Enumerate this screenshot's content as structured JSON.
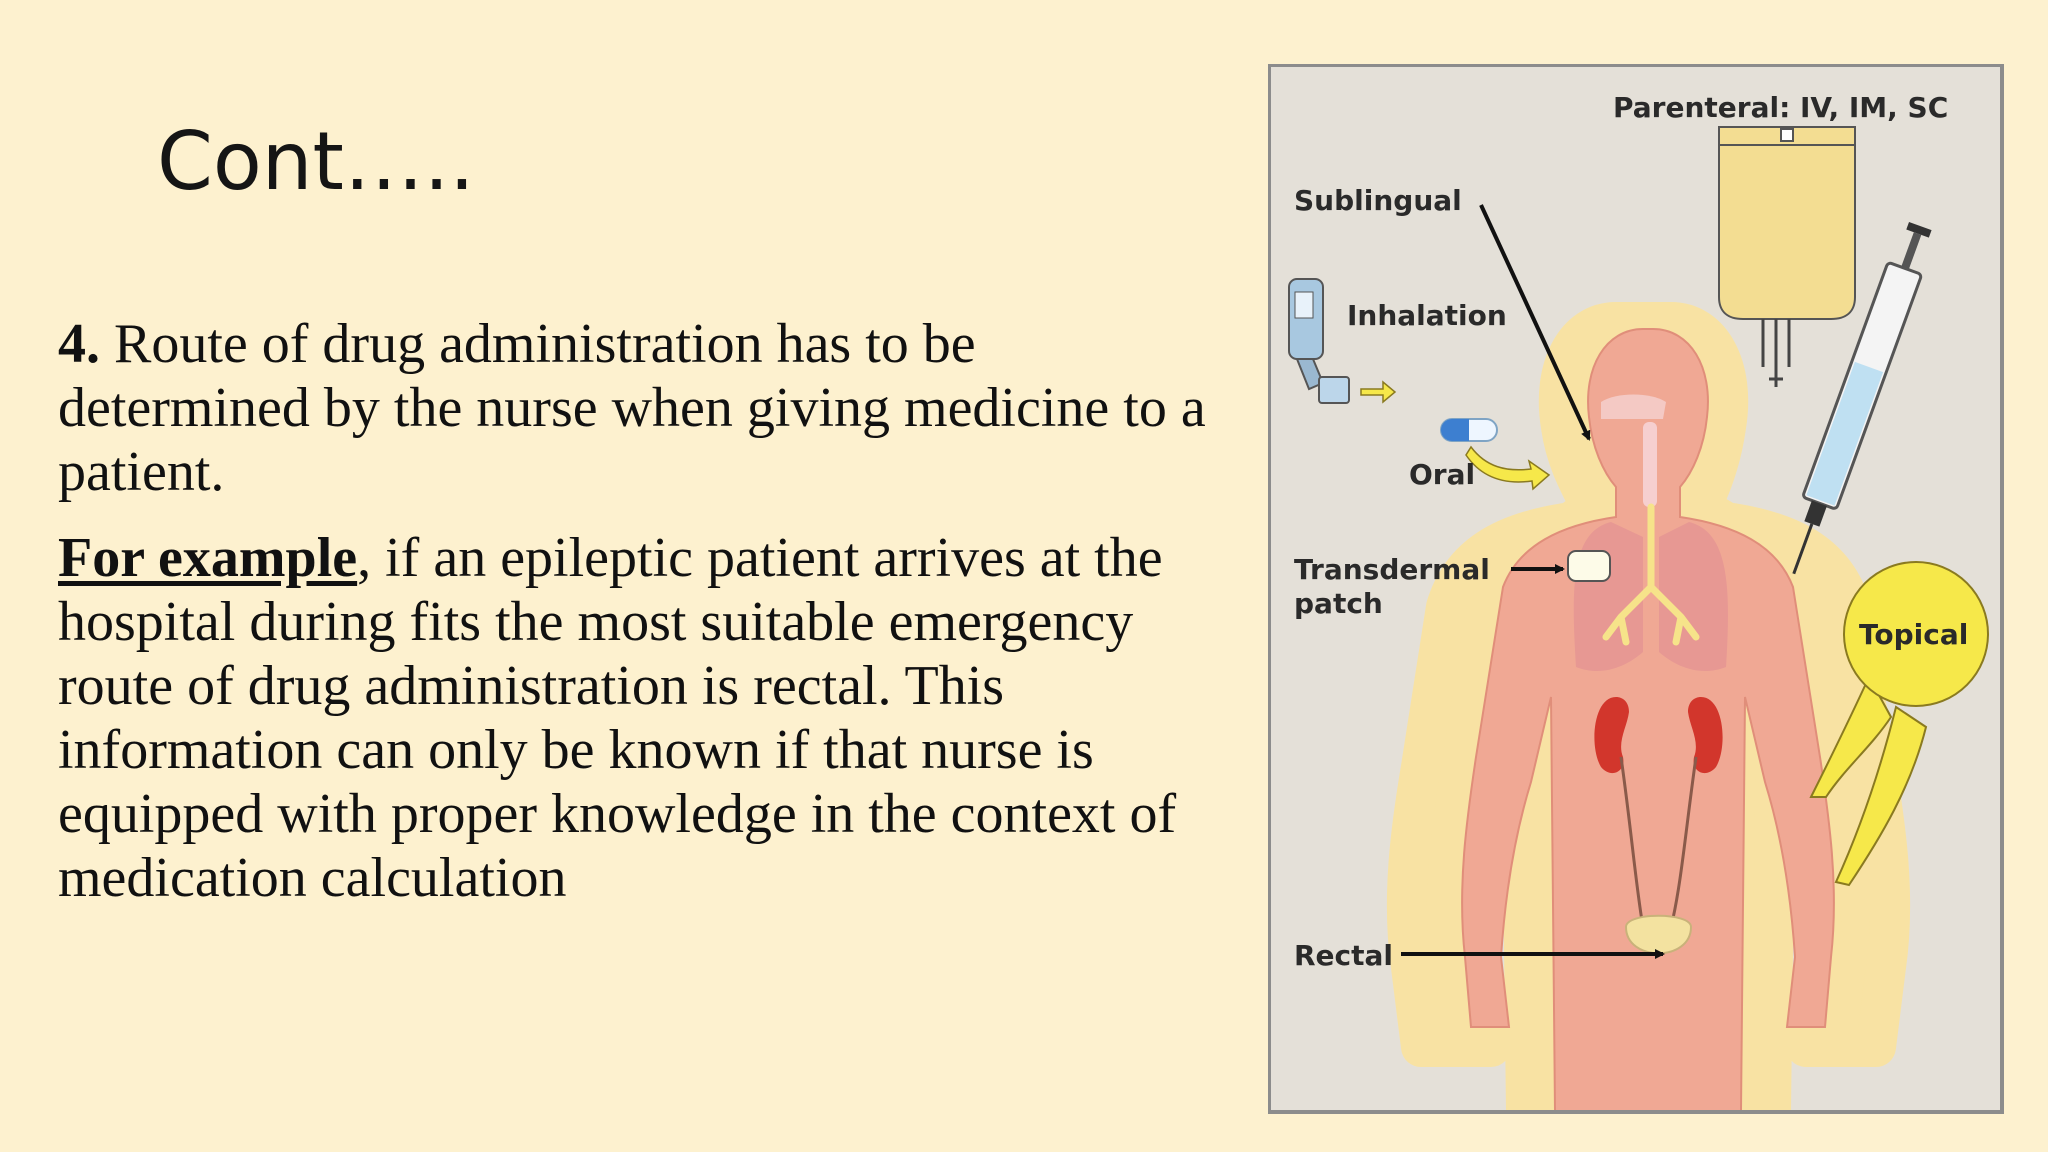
{
  "slide": {
    "title": "Cont…..",
    "point": {
      "number": "4.",
      "text": " Route of drug administration has to be determined by the nurse when giving medicine to a patient."
    },
    "example": {
      "lead": "For example",
      "text": ", if an epileptic patient arrives at the hospital during fits the most suitable emergency route of drug administration is rectal. This information can only be known if that nurse is equipped with proper knowledge in the context of medication calculation"
    }
  },
  "figure": {
    "labels": {
      "parenteral": "Parenteral: IV, IM, SC",
      "sublingual": "Sublingual",
      "inhalation": "Inhalation",
      "oral": "Oral",
      "transdermal_1": "Transdermal",
      "transdermal_2": "patch",
      "topical": "Topical",
      "rectal": "Rectal"
    },
    "colors": {
      "background": "#fdf1cf",
      "figure_bg": "#e4e0d8",
      "skin": "#f0a894",
      "glow": "#fbe39e",
      "kidney": "#d2362c",
      "lungs": "#e79893",
      "topical_bubble": "#f6e84a",
      "iv_bag": "#f3dd92",
      "syringe_fluid": "#bfe0f2"
    }
  }
}
